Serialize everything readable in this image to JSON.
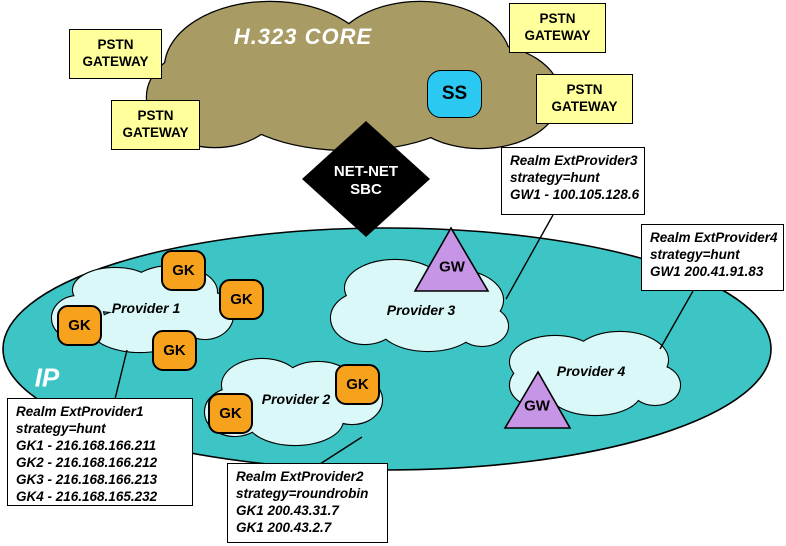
{
  "labels": {
    "core": "H.323 CORE",
    "ip": "IP",
    "pstn_line1": "PSTN",
    "pstn_line2": "GATEWAY",
    "ss": "SS",
    "sbc_line1": "NET-NET",
    "sbc_line2": "SBC",
    "gk": "GK",
    "gw": "GW"
  },
  "providers": [
    {
      "name": "Provider 1"
    },
    {
      "name": "Provider 2"
    },
    {
      "name": "Provider 3"
    },
    {
      "name": "Provider 4"
    }
  ],
  "realms": [
    {
      "lines": [
        "Realm ExtProvider1",
        "strategy=hunt",
        "GK1 - 216.168.166.211",
        "GK2 - 216.168.166.212",
        "GK3 - 216.168.166.213",
        "GK4 - 216.168.165.232"
      ]
    },
    {
      "lines": [
        "Realm ExtProvider2",
        "strategy=roundrobin",
        "GK1 200.43.31.7",
        "GK1 200.43.2.7"
      ]
    },
    {
      "lines": [
        "Realm ExtProvider3",
        "strategy=hunt",
        "GW1 - 100.105.128.6"
      ]
    },
    {
      "lines": [
        "Realm ExtProvider4",
        "strategy=hunt",
        "GW1 200.41.91.83"
      ]
    }
  ],
  "colors": {
    "core_cloud": "#A89B64",
    "ip_ellipse": "#3DC5C5",
    "provider_cloud": "#DAF8F8",
    "gatekeeper_orange": "#F6A21D",
    "gateway_purple": "#C695E5",
    "softswitch_blue": "#2BC8F2",
    "pstn_yellow": "#FFFF9B",
    "sbc_black": "#000000"
  }
}
